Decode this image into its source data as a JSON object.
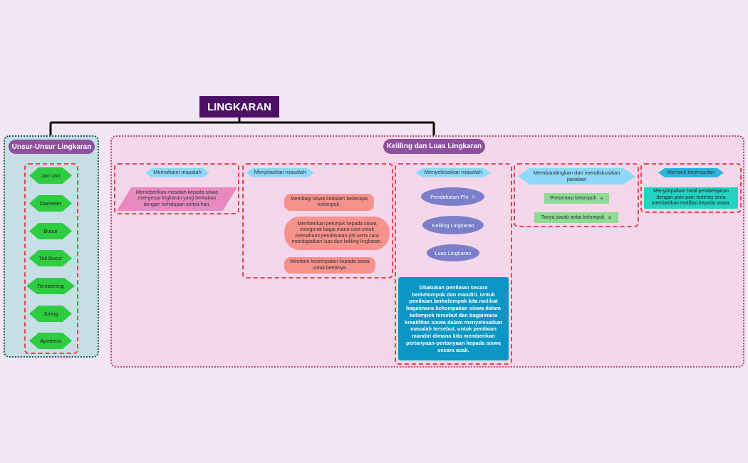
{
  "root": {
    "title": "LINGKARAN"
  },
  "left": {
    "title": "Unsur-Unsur Lingkaran",
    "items": [
      "Jari-Jari",
      "Diameter",
      "Busur",
      "Tali Busur",
      "Tembereng",
      "Juring",
      "Apotema"
    ]
  },
  "right": {
    "title": "Keliling dan Luas Lingkaran",
    "steps": [
      {
        "label": "Memahami masalah",
        "detail": "Memeberikan masalah kepada siswa mengenai lingkaran yang berkaitan dengan kehidupan sehsti-hari."
      },
      {
        "label": "Menjelaskan masalah",
        "details": [
          "Membagi siswa kedalam beberapa kelompok.",
          "Memberikan petunjuk kepada siswa mengenai bagai mana cara untuk memahami pendekatan phi serta cara mendapatkan luas dan keliling lingkaran.",
          "Memberi kesempatan kepada siswa untuk bertanya."
        ]
      },
      {
        "label": "Menyelesaikan masalah",
        "topics": [
          "Pendekatan Phi",
          "Keliling Lingkaran",
          "Luas Lingkaran"
        ],
        "note": "Dilakukan penilaian secara berkelompok dan mandiri. Untuk penilaian berkelompok kita melihat bagaimana kekompakan siswa dalam kelompok tersebut dan bagaimana kreatifitas siswa dalam menyelesaikan masalah tersebut. untuk penilaian mandiri dimana kita memberikan pertanyaan-pertanyaan kepada siswa secara acak."
      },
      {
        "label": "Membandingkan dan mendiskusikan jawaban",
        "details": [
          "Presentasi kelompok",
          "Tanya jawab antar kelompok"
        ]
      },
      {
        "label": "Menarik kesimpulan",
        "detail": "Menyimpulkan hasil  pembelajaran dengan poin-poin tertentu serta memberikan motifasi kepada siswa."
      }
    ]
  },
  "icons": {
    "note": "notes-icon"
  },
  "colors": {
    "root": "#4b0f63",
    "pill": "#8e4f9e",
    "diamond": "#2ecc40",
    "hex": "#8ed8f8",
    "note": "#0c96c4",
    "dash": "#e8434b"
  }
}
